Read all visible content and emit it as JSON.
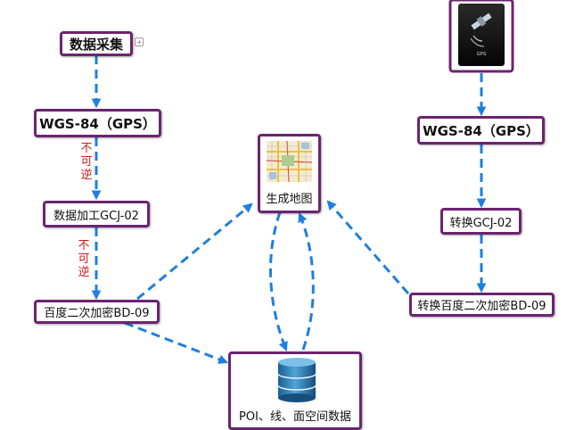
{
  "nodes": {
    "collect": "数据采集",
    "wgs_left": "WGS-84（GPS）",
    "gcj_process": "数据加工GCJ-02",
    "bd_left": "百度二次加密BD-09",
    "map": "生成地图",
    "db": "POI、线、面空间数据",
    "wgs_right": "WGS-84（GPS）",
    "gcj_convert": "转换GCJ-02",
    "bd_right": "转换百度二次加密BD-09",
    "gps_caption": "GPS"
  },
  "labels": {
    "irreversible_1": [
      "不",
      "可",
      "逆"
    ],
    "irreversible_2": [
      "不",
      "可",
      "逆"
    ]
  },
  "colors": {
    "border": "#6b2470",
    "arrow": "#1e7fe0",
    "label": "#d21a1a"
  },
  "icons": {
    "expand": "plus-square-icon",
    "satellite": "satellite-icon",
    "map": "city-map-icon",
    "database": "database-cylinder-icon"
  }
}
